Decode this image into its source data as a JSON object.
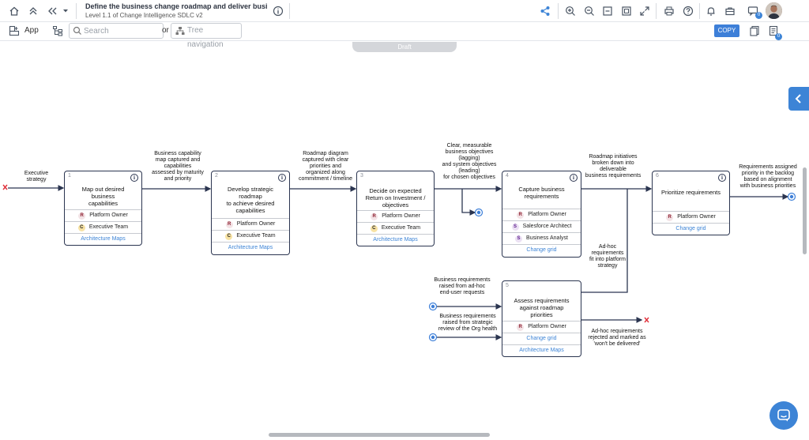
{
  "header": {
    "title": "Define the business change roadmap and deliver business g...",
    "subtitle": "Level 1.1 of Change Intelligence SDLC v2",
    "share_count": "0"
  },
  "toolbar": {
    "app_label": "App",
    "search_placeholder": "Search",
    "or_label": "or",
    "tree_nav_label": "Tree navigation",
    "copy_label": "COPY",
    "doc_count": "0"
  },
  "draft_label": "Draft",
  "diagram": {
    "start_label": "Executive\nstrategy",
    "boxes": [
      {
        "num": "1",
        "label": "Map out desired business\ncapabilities",
        "roles": [
          {
            "type": "R",
            "name": "Platform Owner"
          },
          {
            "type": "C",
            "name": "Executive Team"
          }
        ],
        "link": "Architecture Maps"
      },
      {
        "num": "2",
        "label": "Develop strategic roadmap\nto achieve desired\ncapabilities",
        "roles": [
          {
            "type": "R",
            "name": "Platform Owner"
          },
          {
            "type": "C",
            "name": "Executive Team"
          }
        ],
        "link": "Architecture Maps"
      },
      {
        "num": "3",
        "label": "Decide on expected\nReturn on Investment /\nobjectives",
        "roles": [
          {
            "type": "R",
            "name": "Platform Owner"
          },
          {
            "type": "C",
            "name": "Executive Team"
          }
        ],
        "link": "Architecture Maps"
      },
      {
        "num": "4",
        "label": "Capture business\nrequirements",
        "roles": [
          {
            "type": "R",
            "name": "Platform Owner"
          },
          {
            "type": "S",
            "name": "Salesforce Architect"
          },
          {
            "type": "S",
            "name": "Business Analyst"
          }
        ],
        "link": "Change grid"
      },
      {
        "num": "5",
        "label": "Assess requirements\nagainst roadmap priorities",
        "roles": [
          {
            "type": "R",
            "name": "Platform Owner"
          }
        ],
        "links": [
          "Change grid",
          "Architecture Maps"
        ]
      },
      {
        "num": "6",
        "label": "Prioritize requirements",
        "roles": [
          {
            "type": "R",
            "name": "Platform Owner"
          }
        ],
        "link": "Change grid"
      }
    ],
    "notes": {
      "n12": "Business capability\nmap captured and\ncapabilities\nassessed by maturity\nand priority",
      "n23": "Roadmap diagram\ncaptured with clear\npriorities and\norganized along\ncommitment / timeline",
      "n34": "Clear, measurable\nbusiness objectives\n(lagging)\nand system objectives\n(leading)\nfor chosen objectives",
      "n46": "Roadmap initiatives\nbroken down into\ndeliverable\nbusiness requirements",
      "n6end": "Requirements assigned\npriority in the backlog\nbased on alignment\nwith business priorities",
      "n5in1": "Business requirements\nraised from ad-hoc\nend-user requests",
      "n5in2": "Business requirements\nraised from strategic\nreview of the Org health",
      "n54": "Ad-hoc\nrequirements\nfit into platform\nstrategy",
      "n5rej": "Ad-hoc requirements\nrejected and marked as\n'won't be delivered'"
    }
  }
}
